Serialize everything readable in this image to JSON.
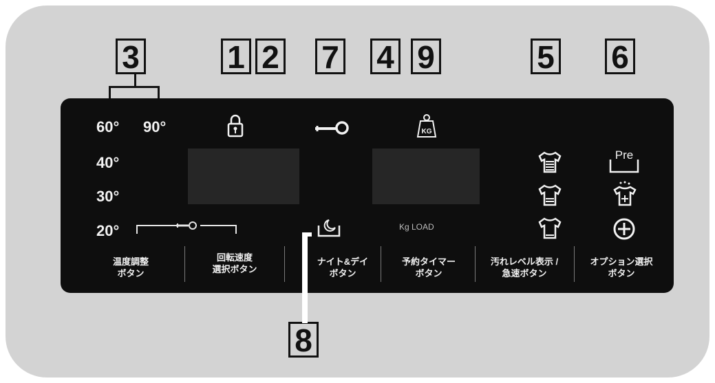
{
  "callouts": {
    "c1": "1",
    "c2": "2",
    "c3": "3",
    "c4": "4",
    "c5": "5",
    "c6": "6",
    "c7": "7",
    "c8": "8",
    "c9": "9"
  },
  "temperatures": {
    "t60": "60°",
    "t90": "90°",
    "t40": "40°",
    "t30": "30°",
    "t20": "20°"
  },
  "display_text": {
    "kg_load": "Kg LOAD",
    "pre": "Pre",
    "kg_badge": "KG"
  },
  "buttons": {
    "temp_line1": "温度調整",
    "temp_line2": "ボタン",
    "spin_line1": "回転速度",
    "spin_line2": "選択ボタン",
    "night_line1": "ナイト&デイ",
    "night_line2": "ボタン",
    "timer_line1": "予約タイマー",
    "timer_line2": "ボタン",
    "soil_line1": "汚れレベル表示 /",
    "soil_line2": "急速ボタン",
    "option_line1": "オプション選択",
    "option_line2": "ボタン"
  },
  "icons": [
    "lock-icon",
    "key-icon",
    "kg-weight-icon",
    "shirt-heavy-soil-icon",
    "shirt-medium-soil-icon",
    "shirt-light-soil-icon",
    "prewash-icon",
    "extra-rinse-icon",
    "plus-circle-icon",
    "moon-basin-icon"
  ]
}
